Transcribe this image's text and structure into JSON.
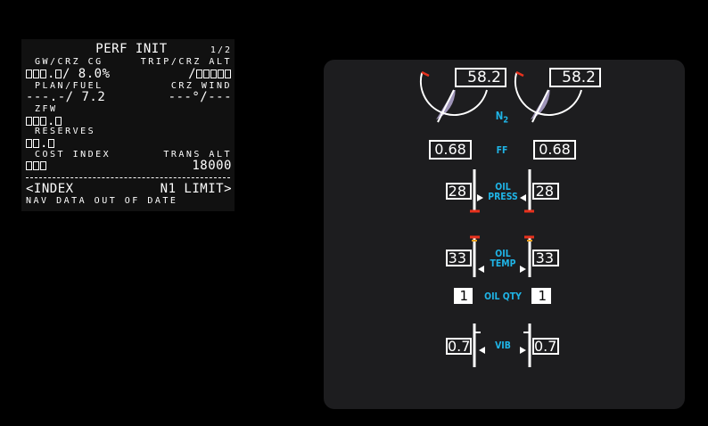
{
  "cdu": {
    "title": "PERF INIT",
    "page": "1/2",
    "gw_cg_label": "GW/CRZ CG",
    "trip_alt_label": "TRIP/CRZ ALT",
    "gw_suffix": "/ 8.0%",
    "trip_value_prefix": "/",
    "plan_fuel_label": "PLAN/FUEL",
    "crz_wind_label": "CRZ WIND",
    "plan_fuel_value": "---.-/ 7.2",
    "crz_wind_value": "---°/---",
    "zfw_label": "ZFW",
    "reserves_label": "RESERVES",
    "cost_index_label": "COST INDEX",
    "trans_alt_label": "TRANS ALT",
    "trans_alt_value": "18000",
    "index_link": "<INDEX",
    "n1_limit_link": "N1 LIMIT>",
    "message": "NAV DATA OUT OF DATE"
  },
  "engine_display": {
    "n2_label": "N",
    "n2_subscript": "2",
    "n2_left": "58.2",
    "n2_right": "58.2",
    "n2_percent": 58.2,
    "ff_label": "FF",
    "ff_left": "0.68",
    "ff_right": "0.68",
    "oil_press_label_1": "OIL",
    "oil_press_label_2": "PRESS",
    "oil_press_left": "28",
    "oil_press_right": "28",
    "oil_temp_label_1": "OIL",
    "oil_temp_label_2": "TEMP",
    "oil_temp_left": "33",
    "oil_temp_right": "33",
    "oil_qty_label": "OIL QTY",
    "oil_qty_left": "1",
    "oil_qty_right": "1",
    "vib_label": "VIB",
    "vib_left": "0.7",
    "vib_right": "0.7",
    "colors": {
      "label": "#1fb4e6",
      "redline": "#e8311d",
      "caution": "#e8a020",
      "n2_fill": "#9e94b8"
    }
  }
}
